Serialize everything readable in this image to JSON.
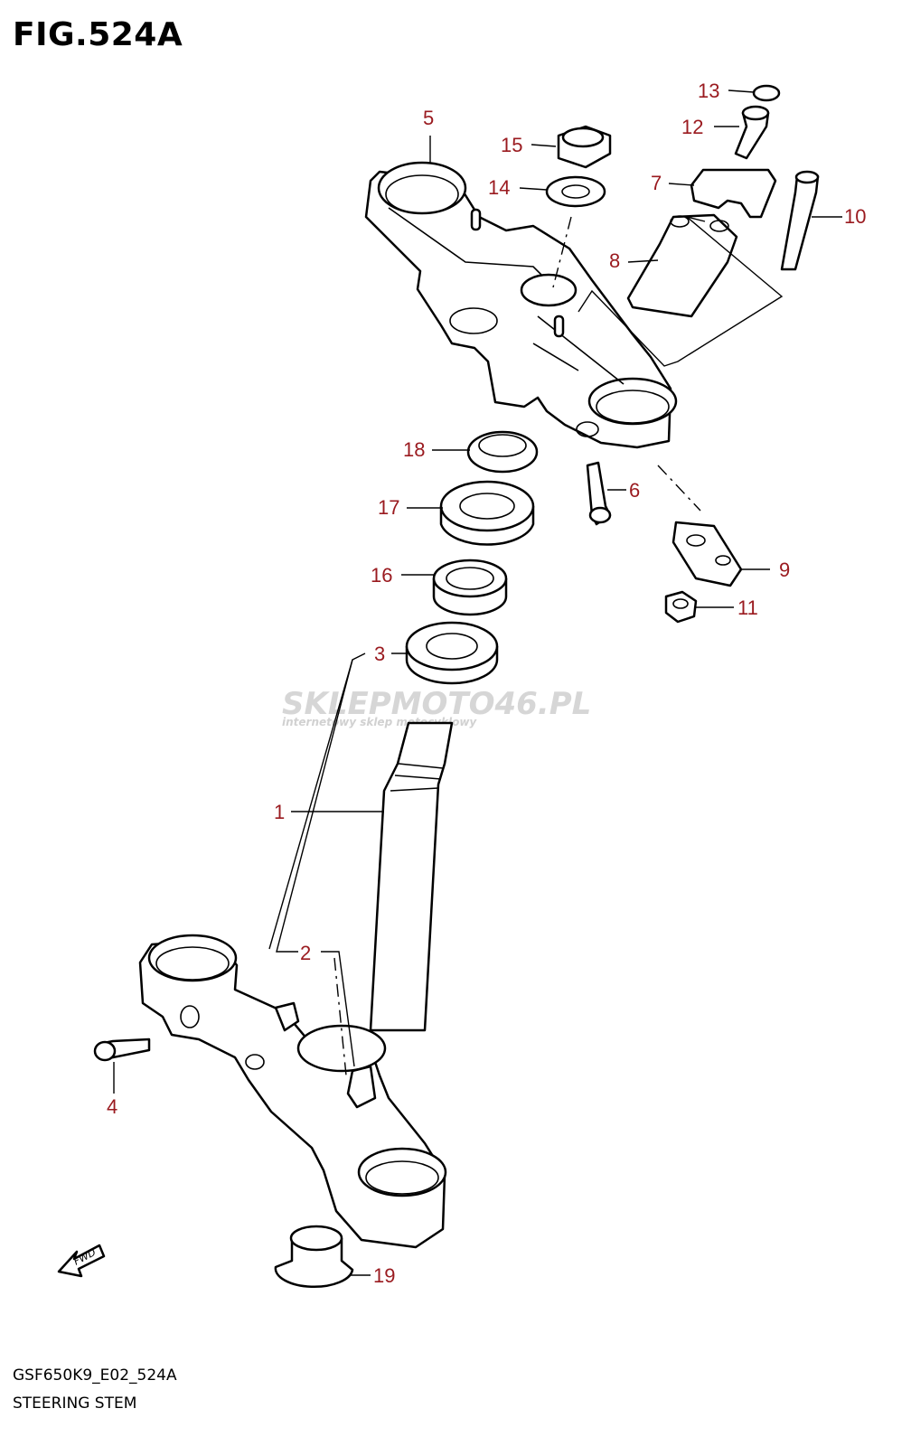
{
  "figure": {
    "title": "FIG.524A",
    "code": "GSF650K9_E02_524A",
    "caption": "STEERING STEM",
    "fwd_label": "FWD"
  },
  "watermark": {
    "main": "SKLEPMOTO46.PL",
    "sub": "internetowy sklep motocyklowy"
  },
  "callouts": [
    {
      "id": "1",
      "text": "1"
    },
    {
      "id": "2",
      "text": "2"
    },
    {
      "id": "3",
      "text": "3"
    },
    {
      "id": "4",
      "text": "4"
    },
    {
      "id": "5",
      "text": "5"
    },
    {
      "id": "6",
      "text": "6"
    },
    {
      "id": "7",
      "text": "7"
    },
    {
      "id": "8",
      "text": "8"
    },
    {
      "id": "9",
      "text": "9"
    },
    {
      "id": "10",
      "text": "10"
    },
    {
      "id": "11",
      "text": "11"
    },
    {
      "id": "12",
      "text": "12"
    },
    {
      "id": "13",
      "text": "13"
    },
    {
      "id": "14",
      "text": "14"
    },
    {
      "id": "15",
      "text": "15"
    },
    {
      "id": "16",
      "text": "16"
    },
    {
      "id": "17",
      "text": "17"
    },
    {
      "id": "18",
      "text": "18"
    },
    {
      "id": "19",
      "text": "19"
    }
  ],
  "colors": {
    "label": "#9a1a1f",
    "line": "#000000",
    "watermark_gray": "#c9c9c9",
    "watermark_red": "#e0574f"
  }
}
